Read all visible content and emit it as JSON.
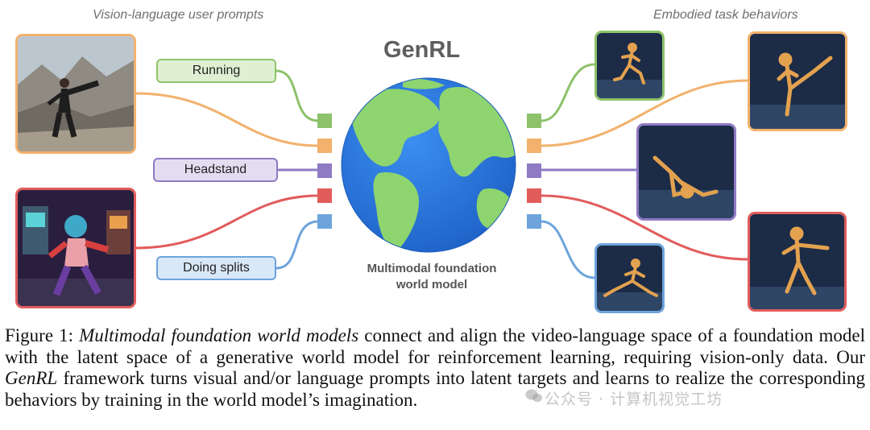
{
  "figure": {
    "left_label": "Vision-language user prompts",
    "right_label": "Embodied task behaviors",
    "title": "GenRL",
    "globe_caption_line1": "Multimodal foundation",
    "globe_caption_line2": "world model",
    "prompts": [
      {
        "label": "Running",
        "color": "#8fc46a"
      },
      {
        "label": "Headstand",
        "color": "#8f7ac4"
      },
      {
        "label": "Doing splits",
        "color": "#6da4dc"
      }
    ],
    "connector_colors": [
      "#8dc26b",
      "#f2b26d",
      "#8f7ac4",
      "#e25c5c",
      "#6da4dc"
    ],
    "globe_colors": {
      "ocean": "#2a78e0",
      "land": "#8ed46f"
    }
  },
  "caption": {
    "label": "Figure 1:",
    "em1": "Multimodal foundation world models",
    "text1": "connect and align the video-language space of a foundation model with the latent space of a generative world model for reinforcement learning, requiring vision-only data. Our",
    "em2": "GenRL",
    "text2": "framework turns visual and/or language prompts into latent targets and learns to realize the corresponding behaviors by training in the world model’s imagination."
  },
  "watermark": "公众号 · 计算机视觉工坊"
}
